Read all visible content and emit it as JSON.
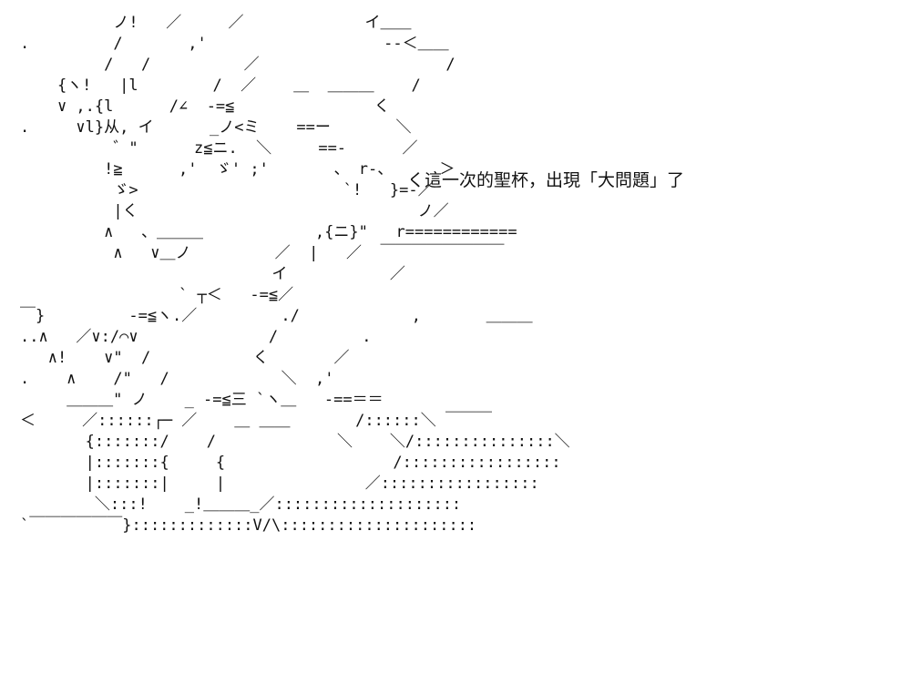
{
  "art": {
    "lines": [
      "          ノ!   ／     ／             イ＿＿",
      ".         /       ,'                   ‐‐＜＿＿",
      "         /   /          ／                    /",
      "    {ヽ!   |l        /  ／    ＿  ＿＿＿    /",
      "    ∨ ,.{l      /∠  -=≦               く",
      ".     ∨l}从, イ      _ノ<ミ    ==ー       ＼",
      "          ゛\"      z≦ニ.  ＼     ==-      ／",
      "         !≧      ,'  ゞ' ;'       、 r-、     ＞",
      "          ゞ>                      `!   }=-／",
      "          |く                              ノ／",
      "         ∧   、＿＿＿            ,{ニ}\"   r============",
      "          ∧   ∨＿ノ         ／  |   ／  ￣￣￣￣￣￣￣￣",
      "                           イ           ／",
      "                 ` ┬＜   -=≦／",
      "￣}         -=≦ヽ.／         ./            ,       ＿＿＿",
      "..∧   ／∨:/⌒∨              /         .",
      "   ∧!    ∨\"  /           く       ／",
      ".    ∧    /\"   /            ＼  ,'",
      "     ＿＿＿\" ノ    _ -=≦三 `ヽ＿   -==＝＝",
      "＜     ／::::::┌─ ／    ＿ ＿＿       /::::::＼ ￣￣￣",
      "       {:::::::/    /             ＼    ＼/:::::::::::::::＼",
      "       |:::::::{     {                  /:::::::::::::::::",
      "       |:::::::|     |               ／:::::::::::::::::",
      "        ＼:::!    _!＿＿＿_／::::::::::::::::::::",
      "`￣￣￣￣￣￣}:::::::::::::V/\\:::::::::::::::::::::"
    ]
  },
  "speech": {
    "text": "く這一次的聖杯，出現「大問題」了"
  }
}
